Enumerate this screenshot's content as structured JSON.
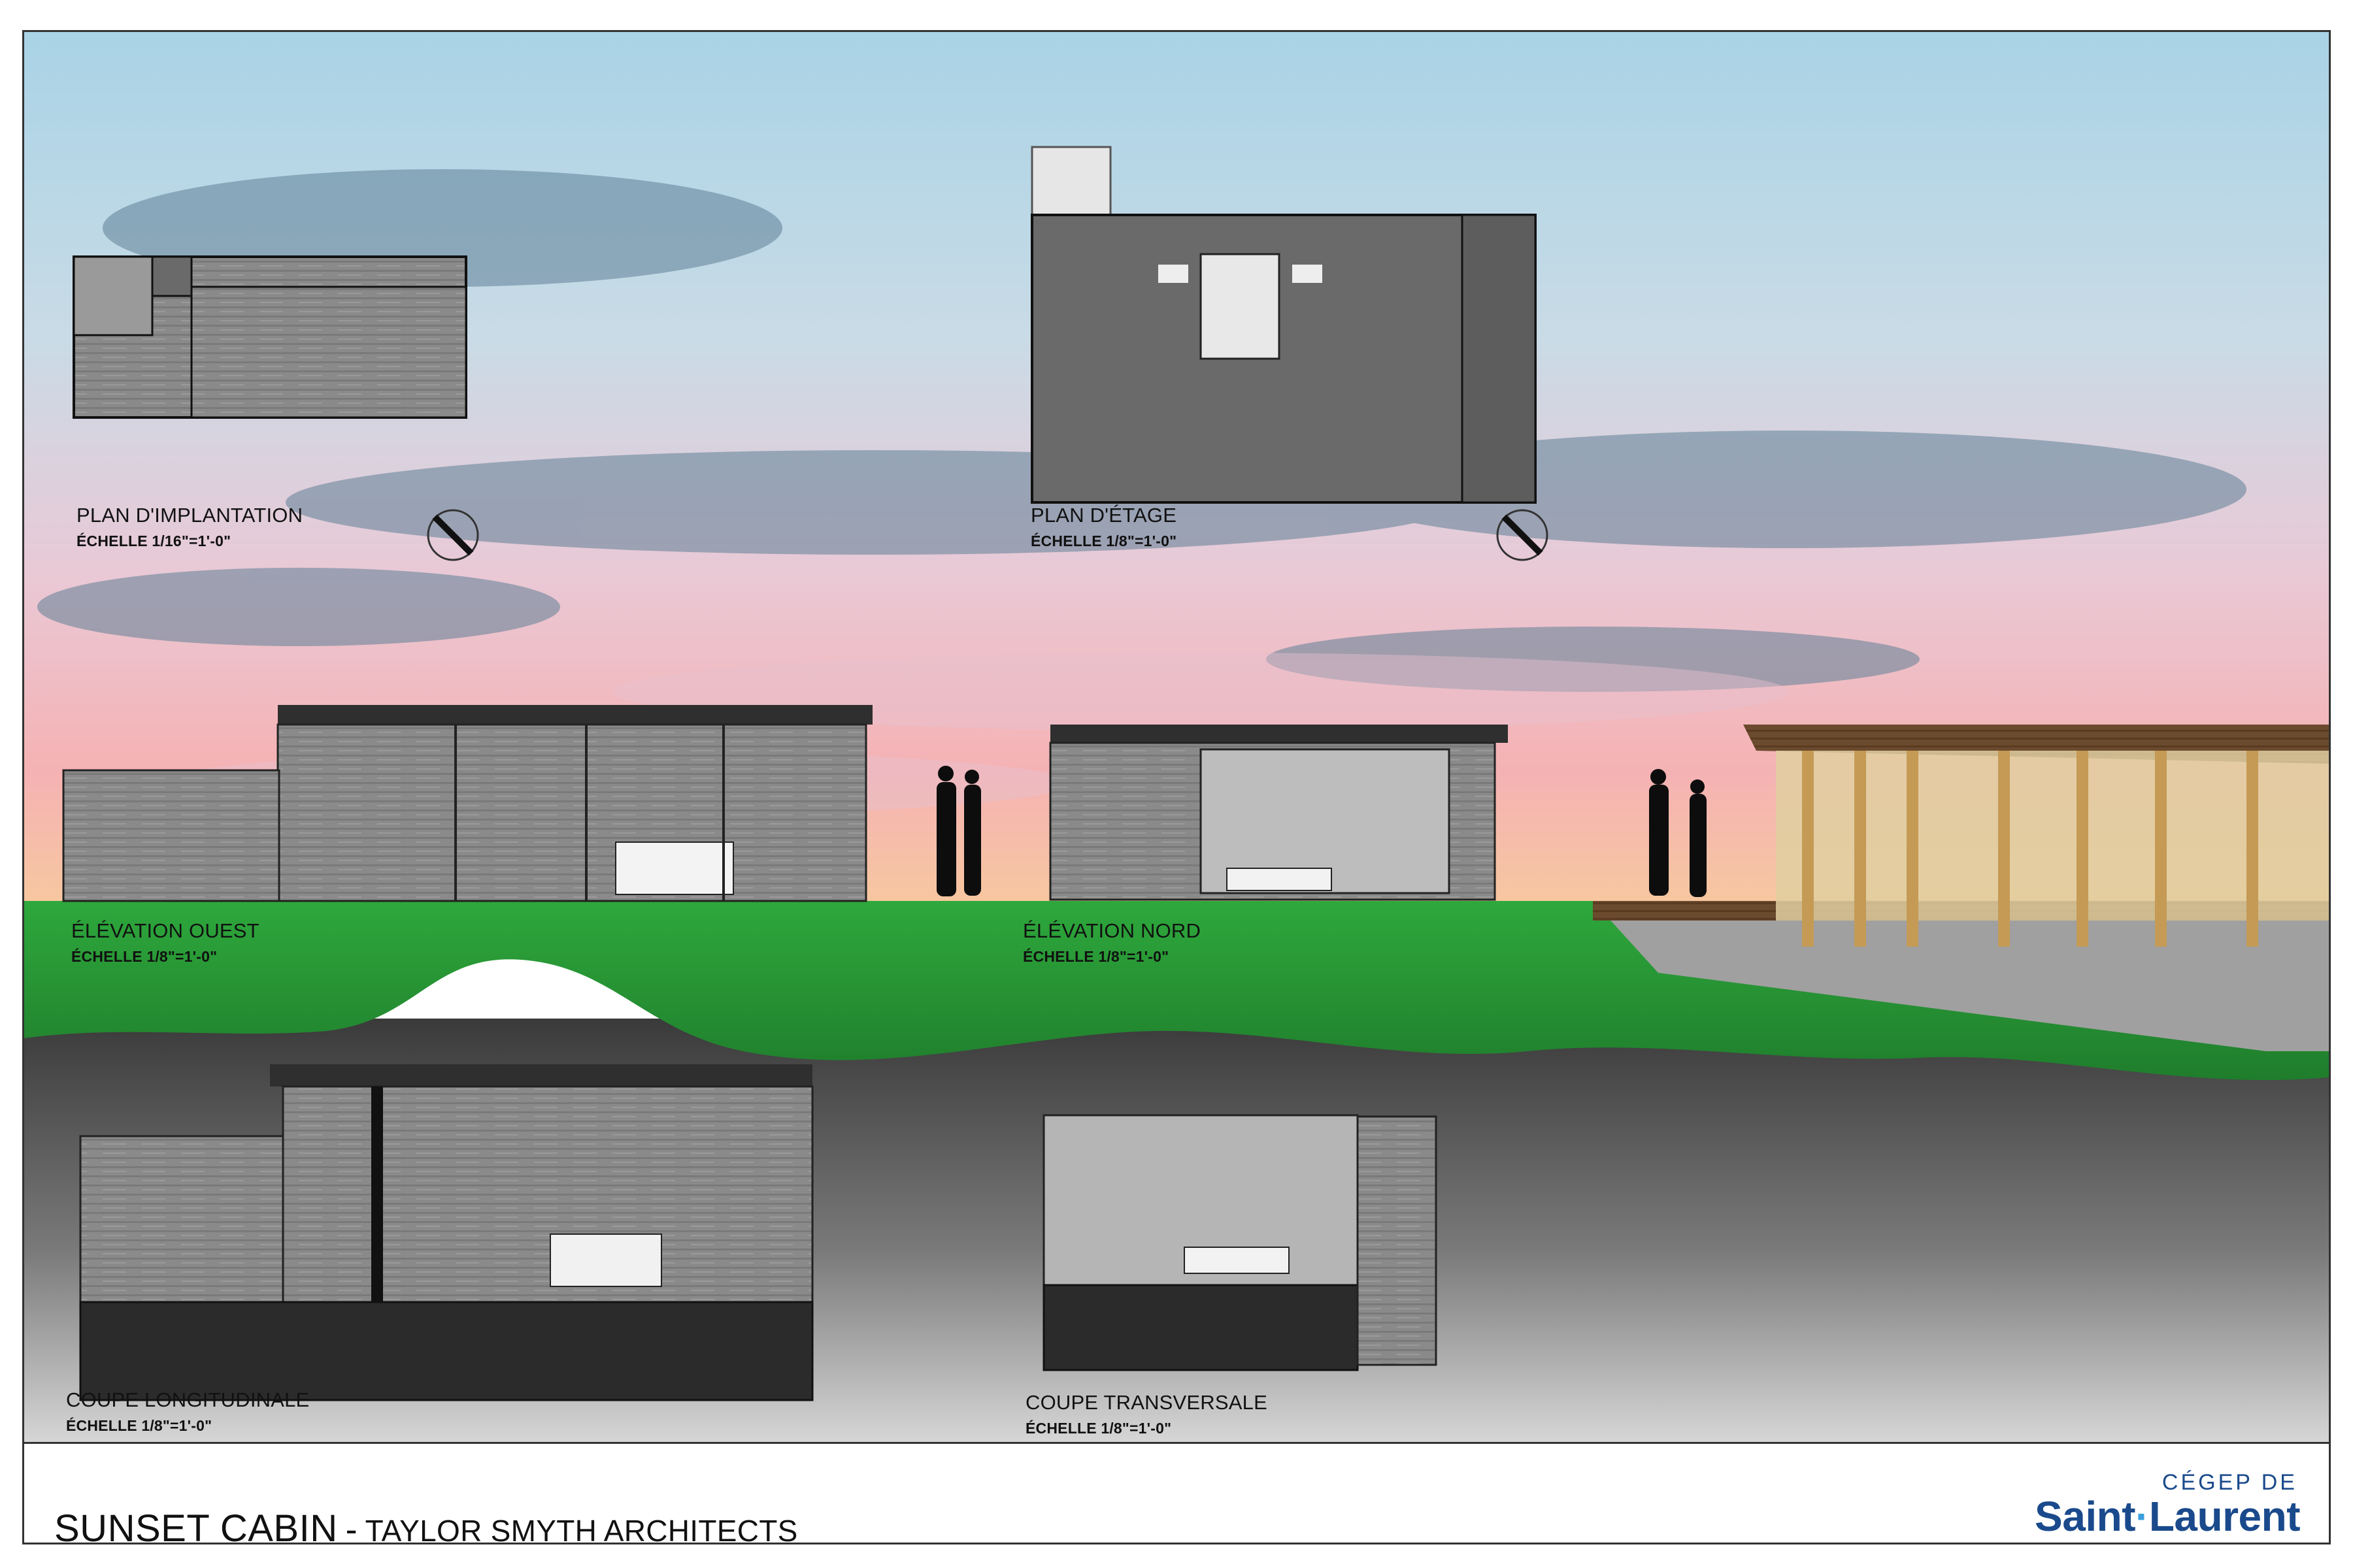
{
  "drawings": {
    "site_plan": {
      "title": "PLAN D'IMPLANTATION",
      "scale": "ÉCHELLE 1/16\"=1'-0\""
    },
    "floor_plan": {
      "title": "PLAN D'ÉTAGE",
      "scale": "ÉCHELLE 1/8\"=1'-0\""
    },
    "west_elevation": {
      "title": "ÉLÉVATION OUEST",
      "scale": "ÉCHELLE 1/8\"=1'-0\""
    },
    "north_elevation": {
      "title": "ÉLÉVATION NORD",
      "scale": "ÉCHELLE 1/8\"=1'-0\""
    },
    "long_section": {
      "title": "COUPE LONGITUDINALE",
      "scale": "ÉCHELLE 1/8\"=1'-0\""
    },
    "cross_section": {
      "title": "COUPE TRANSVERSALE",
      "scale": "ÉCHELLE 1/8\"=1'-0\""
    }
  },
  "titleblock": {
    "project": "SUNSET CABIN",
    "separator": "-",
    "architect": "TAYLOR SMYTH ARCHITECTS"
  },
  "logo": {
    "line1": "CÉGEP DE",
    "word1": "Saint",
    "word2": "Laurent"
  },
  "colors": {
    "sky_top": "#9ecbe0",
    "sky_sunset": "#f3b7c0",
    "grass": "#2e9e3a",
    "ground": "#4a4a4a",
    "logo_blue": "#1a4a8c"
  }
}
